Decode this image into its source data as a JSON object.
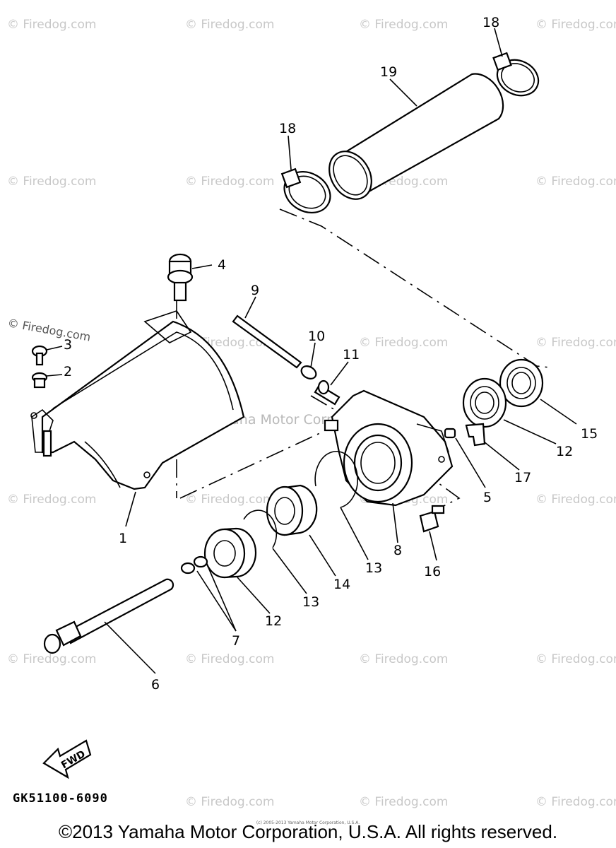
{
  "diagram": {
    "callouts": {
      "p1": "1",
      "p2": "2",
      "p3": "3",
      "p4": "4",
      "p5": "5",
      "p6": "6",
      "p7": "7",
      "p8": "8",
      "p9": "9",
      "p10": "10",
      "p11": "11",
      "p12a": "12",
      "p12b": "12",
      "p13a": "13",
      "p13b": "13",
      "p14": "14",
      "p15": "15",
      "p16": "16",
      "p17": "17",
      "p18a": "18",
      "p18b": "18",
      "p19": "19"
    },
    "fwd_label": "FWD",
    "center_watermark": "Yamaha Motor Corp U.S.A.",
    "watermark_text": "© Firedog.com",
    "overlay_watermark": "© Firedog.com"
  },
  "footer": {
    "diagram_code": "GK51100-6090",
    "small_note": "(c) 2005-2013 Yamaha Motor Corporation, U.S.A.",
    "copyright": "©2013 Yamaha Motor Corporation, U.S.A. All rights reserved."
  }
}
